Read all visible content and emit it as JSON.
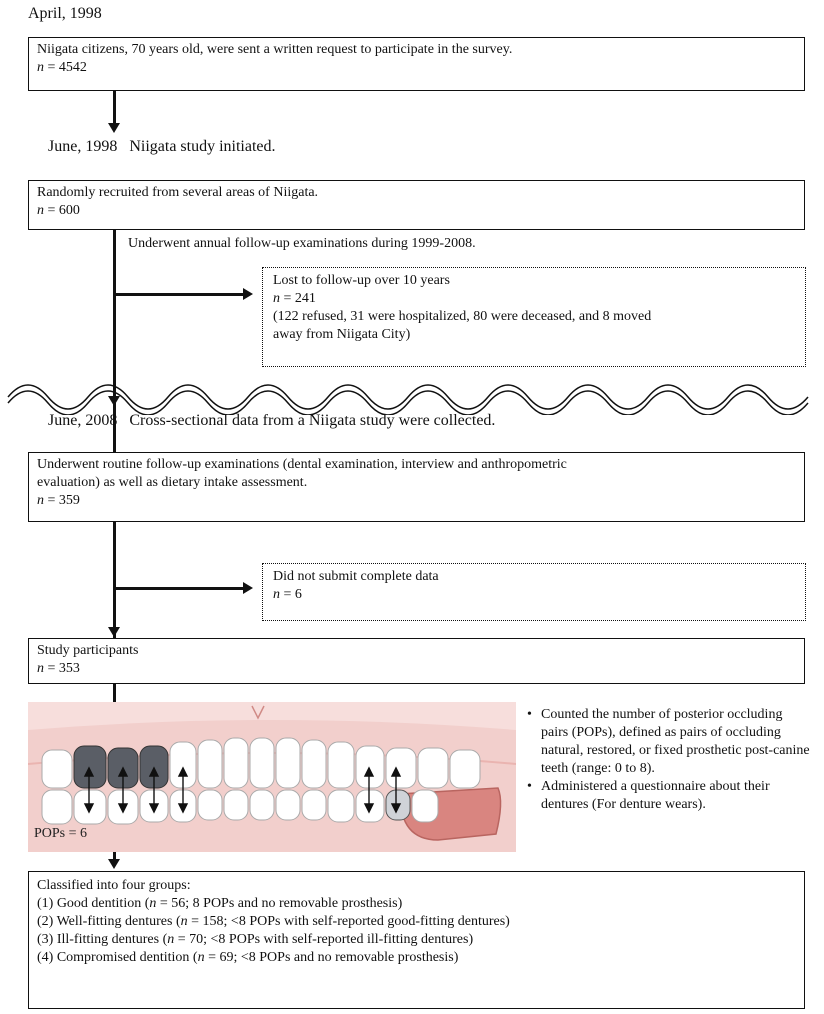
{
  "header_date": "April, 1998",
  "box1": {
    "text": "Niigata citizens, 70 years old, were sent a written request to participate in the survey.",
    "n_var": "n",
    "n_rest": " = 4542"
  },
  "heading2": "June, 1998   Niigata study initiated.",
  "box2": {
    "text": "Randomly recruited from several areas of Niigata.",
    "n_var": "n",
    "n_rest": " = 600"
  },
  "annual_followup": "Underwent annual follow-up examinations during 1999-2008.",
  "lost_box": {
    "title": "Lost to follow-up over 10 years",
    "n_var": "n",
    "n_rest": " = 241",
    "detail_line1": "(122 refused, 31 were hospitalized, 80 were deceased, and 8 moved",
    "detail_line2": "away from Niigata City)"
  },
  "heading3": "June, 2008   Cross-sectional data from a Niigata study were collected.",
  "box3": {
    "line1": "Underwent routine follow-up examinations (dental examination, interview and anthropometric",
    "line2": "evaluation) as well as dietary intake assessment.",
    "n_var": "n",
    "n_rest": " = 359"
  },
  "incomplete_box": {
    "title": "Did not submit complete data",
    "n_var": "n",
    "n_rest": " = 6"
  },
  "participants_box": {
    "title": "Study participants",
    "n_var": "n",
    "n_rest": " = 353"
  },
  "pops_label": "POPs = 6",
  "notes": {
    "note1": "Counted the number of  posterior occluding pairs (POPs), defined as pairs of occluding natural, restored, or fixed prosthetic post-canine teeth (range: 0 to 8).",
    "note2": "Administered a questionnaire about their dentures (For denture wears)."
  },
  "final_box": {
    "title": "Classified into four groups:",
    "groups": [
      {
        "prefix": "(1) Good dentition (",
        "n_var": "n",
        "rest": " = 56; 8 POPs and no removable prosthesis)"
      },
      {
        "prefix": "(2) Well-fitting dentures (",
        "n_var": "n",
        "rest": " = 158; <8 POPs with self-reported good-fitting dentures)"
      },
      {
        "prefix": "(3) Ill-fitting dentures (",
        "n_var": "n",
        "rest": " = 70; <8 POPs with self-reported ill-fitting dentures)"
      },
      {
        "prefix": "(4) Compromised dentition (",
        "n_var": "n",
        "rest": " = 69; <8 POPs and no removable prosthesis)"
      }
    ]
  },
  "colors": {
    "gum": "#f2cfcc",
    "gum_dark": "#dd8e8a",
    "tooth": "#ffffff",
    "metal": "#555a60",
    "line": "#111111"
  }
}
